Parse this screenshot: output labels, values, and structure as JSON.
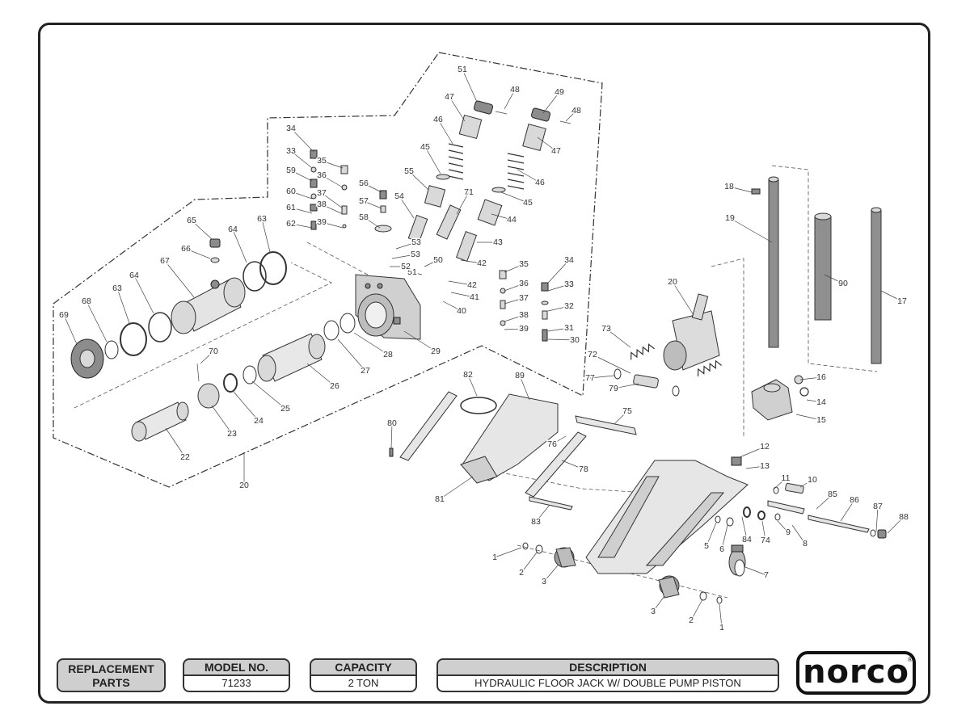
{
  "parts_callouts": [
    "1",
    "2",
    "3",
    "5",
    "6",
    "7",
    "8",
    "9",
    "10",
    "11",
    "12",
    "13",
    "14",
    "15",
    "16",
    "17",
    "18",
    "19",
    "20",
    "22",
    "23",
    "24",
    "25",
    "26",
    "27",
    "28",
    "29",
    "30",
    "31",
    "32",
    "33",
    "34",
    "35",
    "36",
    "37",
    "38",
    "39",
    "40",
    "41",
    "42",
    "43",
    "44",
    "45",
    "46",
    "47",
    "48",
    "49",
    "50",
    "51",
    "52",
    "53",
    "54",
    "55",
    "56",
    "57",
    "58",
    "59",
    "60",
    "61",
    "62",
    "63",
    "64",
    "65",
    "66",
    "67",
    "68",
    "69",
    "70",
    "71",
    "72",
    "73",
    "74",
    "75",
    "76",
    "77",
    "78",
    "79",
    "80",
    "81",
    "82",
    "83",
    "84",
    "85",
    "86",
    "87",
    "88",
    "89",
    "90"
  ],
  "footer": {
    "replacement_parts_label": "REPLACEMENT PARTS",
    "model_label": "MODEL NO.",
    "model_value": "71233",
    "capacity_label": "CAPACITY",
    "capacity_value": "2 TON",
    "description_label": "DESCRIPTION",
    "description_value": "HYDRAULIC FLOOR JACK W/ DOUBLE PUMP PISTON",
    "brand": "norco",
    "brand_mark": "®"
  }
}
